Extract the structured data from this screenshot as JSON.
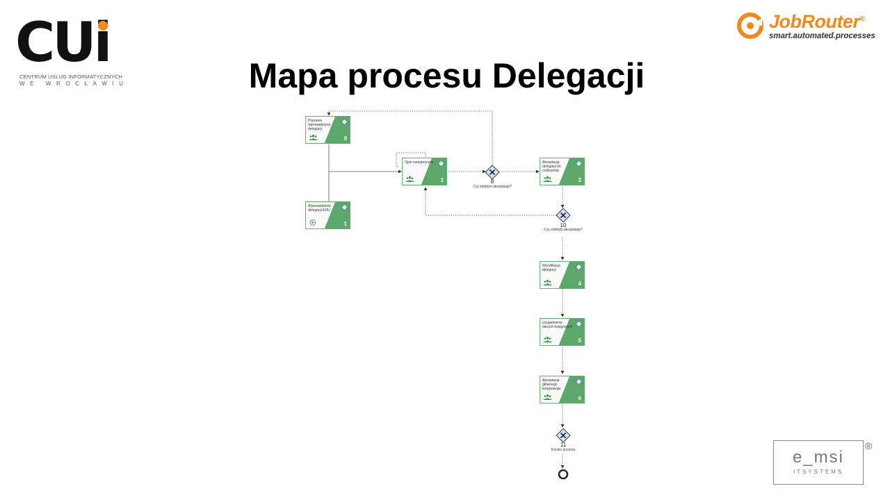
{
  "title": "Mapa procesu Delegacji",
  "logos": {
    "cui": {
      "letters": "CUi",
      "line1": "CENTRUM USŁUG INFORMATYCZNYCH",
      "line2": "WE WROCŁAWIU"
    },
    "jobrouter": {
      "name": "JobRouter",
      "reg": "®",
      "tagline": "smart.automated.processes"
    },
    "emsi": {
      "name": "e_msi",
      "sub": "ITSYSTEMS",
      "reg": "®"
    }
  },
  "colors": {
    "task_green": "#5ba86a",
    "task_border": "#61b06f",
    "gateway_fill": "#cfe3f4",
    "accent_orange": "#f08a1c"
  },
  "tasks": [
    {
      "id": 9,
      "label": "Poprawa wprowadzonej delegacji",
      "icon": "users-icon"
    },
    {
      "id": 2,
      "label": "Opis merytoryczny",
      "icon": "users-icon"
    },
    {
      "id": 3,
      "label": "Akceptacja delegacji do rozliczenia",
      "icon": "users-icon"
    },
    {
      "id": 1,
      "label": "Wprowadzenie delegacji EDU",
      "icon": "start-icon"
    },
    {
      "id": 4,
      "label": "Weryfikacja delegacji",
      "icon": "users-icon"
    },
    {
      "id": 5,
      "label": "Uzupełnienie danych księgowych",
      "icon": "users-icon"
    },
    {
      "id": 6,
      "label": "Akceptacja głównego księgowego",
      "icon": "users-icon"
    }
  ],
  "gateways": [
    {
      "id": 8,
      "label": "Czy zdobyto akceptację?"
    },
    {
      "id": 10,
      "label": "Czy zdobyto akceptację?"
    },
    {
      "id": 11,
      "label": "Koniec procesu"
    }
  ]
}
